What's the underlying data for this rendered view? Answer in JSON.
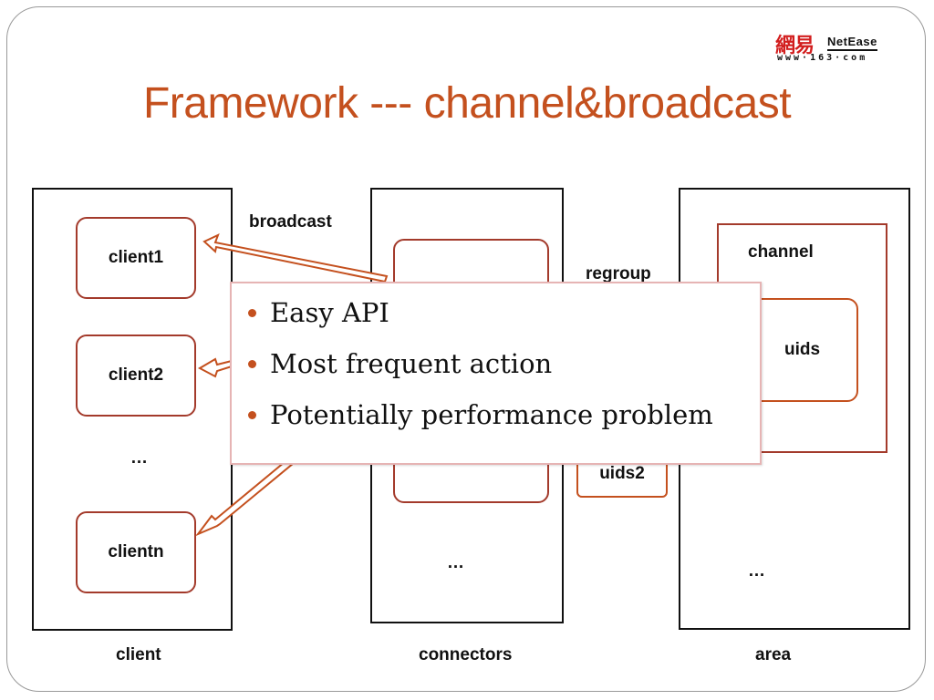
{
  "title": "Framework --- channel&broadcast",
  "logo": {
    "cn": "網易",
    "en": "NetEase",
    "url": "www·163·com"
  },
  "columns": {
    "client": {
      "label": "client",
      "nodes": [
        "client1",
        "client2",
        "…",
        "clientn"
      ]
    },
    "connectors": {
      "label": "connectors",
      "more": "…"
    },
    "area": {
      "label": "area",
      "channel": "channel",
      "uids": "uids",
      "more": "…"
    }
  },
  "labels": {
    "broadcast": "broadcast",
    "regroup": "regroup",
    "uids2": "uids2"
  },
  "popup": {
    "bullets": [
      "Easy API",
      "Most frequent action",
      "Potentially performance problem"
    ]
  },
  "colors": {
    "accent": "#c4501e",
    "node_border": "#a33a2b",
    "arrow": "#c4501e"
  }
}
